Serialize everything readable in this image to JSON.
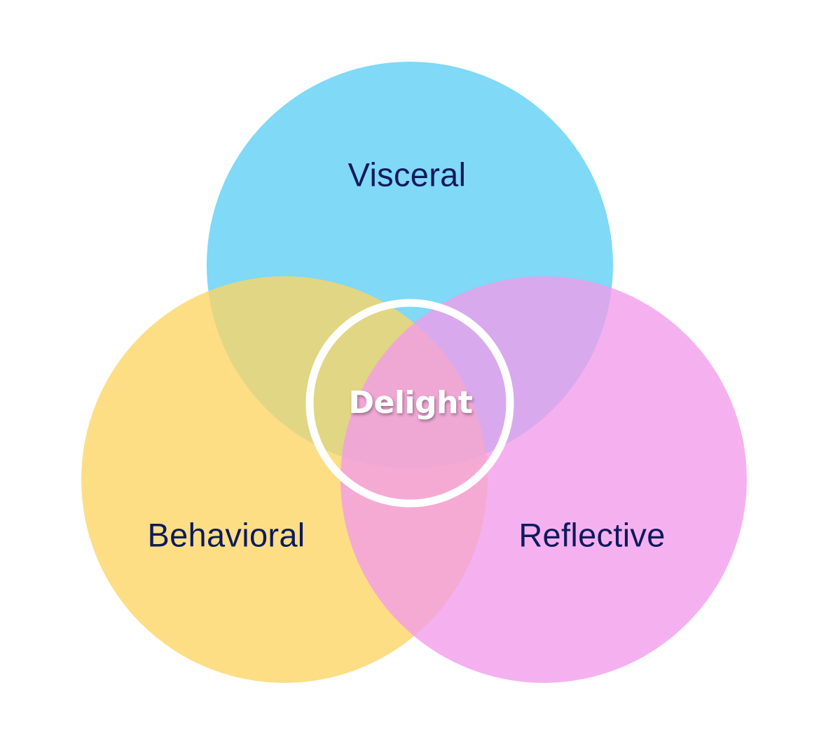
{
  "diagram": {
    "sets": [
      {
        "key": "visceral",
        "label": "Visceral",
        "color": "#5BCEF5"
      },
      {
        "key": "behavioral",
        "label": "Behavioral",
        "color": "#FDD563"
      },
      {
        "key": "reflective",
        "label": "Reflective",
        "color": "#F29BEA"
      }
    ],
    "center": {
      "label": "Delight",
      "ring_color": "#FFFFFF"
    },
    "label_color": "#0F1A5C",
    "background": "#FFFFFF"
  }
}
